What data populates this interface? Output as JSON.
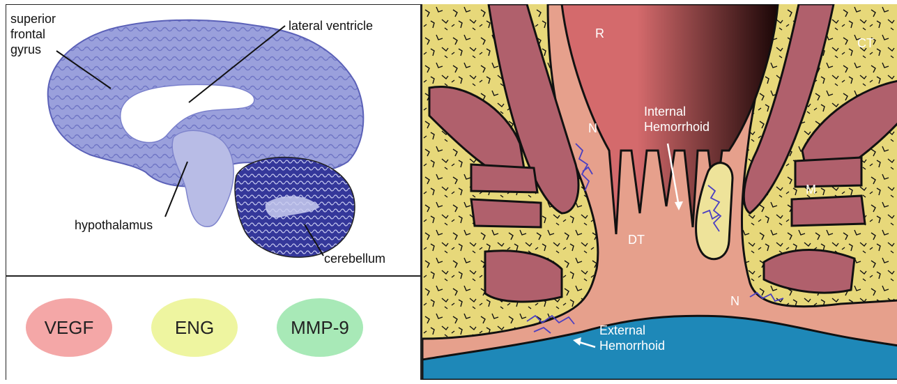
{
  "brain": {
    "labels": {
      "superior_frontal_gyrus": [
        "superior",
        "frontal",
        "gyrus"
      ],
      "lateral_ventricle": "lateral ventricle",
      "hypothalamus": "hypothalamus",
      "cerebellum": "cerebellum"
    },
    "colors": {
      "tissue": "#8f95d6",
      "tissue_dark": "#3d3f9c",
      "ventricle": "#ffffff"
    }
  },
  "markers": [
    {
      "label": "VEGF",
      "color": "#f4a7a7"
    },
    {
      "label": "ENG",
      "color": "#eef5a0"
    },
    {
      "label": "MMP-9",
      "color": "#a8e9b7"
    }
  ],
  "anatomy": {
    "labels": {
      "rectum": "R",
      "connective_tissue": "CT",
      "nerve_upper": "N",
      "nerve_lower": "N",
      "muscle": "M",
      "dentate": "DT",
      "internal_hemorrhoid": [
        "Internal",
        "Hemorrhoid"
      ],
      "external_hemorrhoid": [
        "External",
        "Hemorrhoid"
      ]
    },
    "colors": {
      "fat": "#e7d87a",
      "muscle": "#b0606c",
      "mucosa": "#e6a08c",
      "skin": "#1e88b8",
      "vessels": "#4a3fc2",
      "lumen_light": "#d46a6c",
      "lumen_dark": "#1a0606"
    }
  }
}
